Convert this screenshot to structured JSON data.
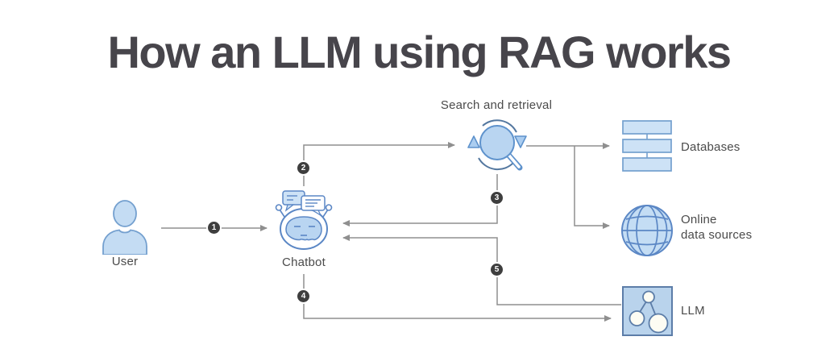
{
  "title": "How an LLM using RAG works",
  "diagram": {
    "nodes": {
      "user": {
        "label": "User",
        "icon": "user-icon"
      },
      "chatbot": {
        "label": "Chatbot",
        "icon": "chatbot-icon"
      },
      "search": {
        "label": "Search and retrieval",
        "icon": "search-retrieval-icon"
      },
      "databases": {
        "label": "Databases",
        "icon": "database-stack-icon"
      },
      "online": {
        "label_line1": "Online",
        "label_line2": "data sources",
        "icon": "globe-icon"
      },
      "llm": {
        "label": "LLM",
        "icon": "llm-network-icon"
      }
    },
    "steps": [
      "1",
      "2",
      "3",
      "4",
      "5"
    ]
  },
  "colors": {
    "background": "#ffffff",
    "title_text": "#47454b",
    "label_text": "#4b4b4b",
    "connector": "#8f8f8f",
    "badge_bg": "#3e3e3e",
    "badge_text": "#ffffff",
    "icon_fill_light": "#cde2f6",
    "icon_fill": "#bcd7f1",
    "icon_stroke": "#5b87c5",
    "icon_stroke_soft": "#74a0cf",
    "arc_stroke": "#53779f"
  }
}
